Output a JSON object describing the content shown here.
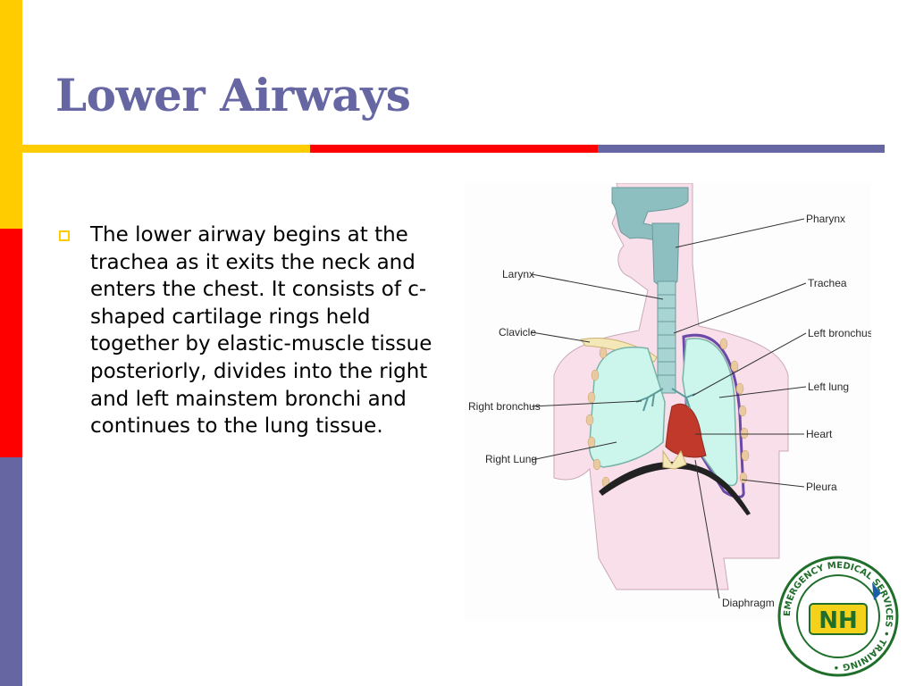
{
  "slide": {
    "title": "Lower Airways",
    "bullet": "The lower airway begins at the trachea as it exits the neck and enters the chest. It consists of c-shaped cartilage rings held together by elastic-muscle tissue posteriorly, divides into the right and left mainstem bronchi and continues to the lung tissue."
  },
  "figure": {
    "labels": {
      "pharynx": "Pharynx",
      "larynx": "Larynx",
      "trachea": "Trachea",
      "clavicle": "Clavicle",
      "left_bronchus": "Left bronchus",
      "left_lung": "Left lung",
      "right_bronchus": "Right bronchus",
      "heart": "Heart",
      "right_lung": "Right Lung",
      "pleura": "Pleura",
      "diaphragm": "Diaphragm"
    }
  },
  "logo": {
    "initials": "NH",
    "ring_text": "EMERGENCY MEDICAL SERVICES • TRAINING • "
  },
  "colors": {
    "accent_yellow": "#ffcc00",
    "accent_red": "#ff0000",
    "accent_blue": "#6666a3",
    "lung_fill": "#ccf5ec",
    "body_fill": "#f9dfe9",
    "heart_fill": "#c0392b",
    "airway_fill": "#8ebfc0"
  }
}
